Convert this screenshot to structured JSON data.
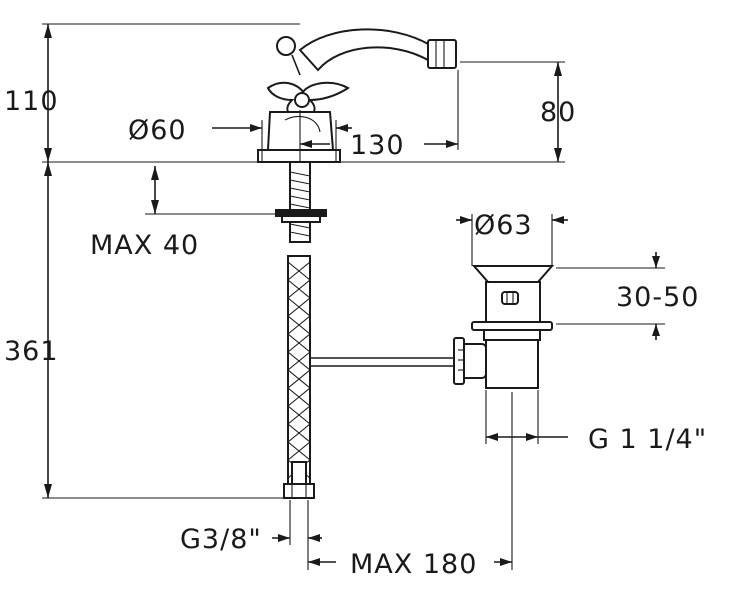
{
  "dimensions": {
    "height_spout": "110",
    "diameter_base": "Ø60",
    "spout_reach": "130",
    "height_outlet": "80",
    "max_thread": "MAX 40",
    "total_height": "361",
    "diameter_waste": "Ø63",
    "waste_range": "30-50",
    "waste_thread": "G 1 1/4\"",
    "hose_thread": "G3/8\"",
    "max_distance": "MAX 180"
  }
}
